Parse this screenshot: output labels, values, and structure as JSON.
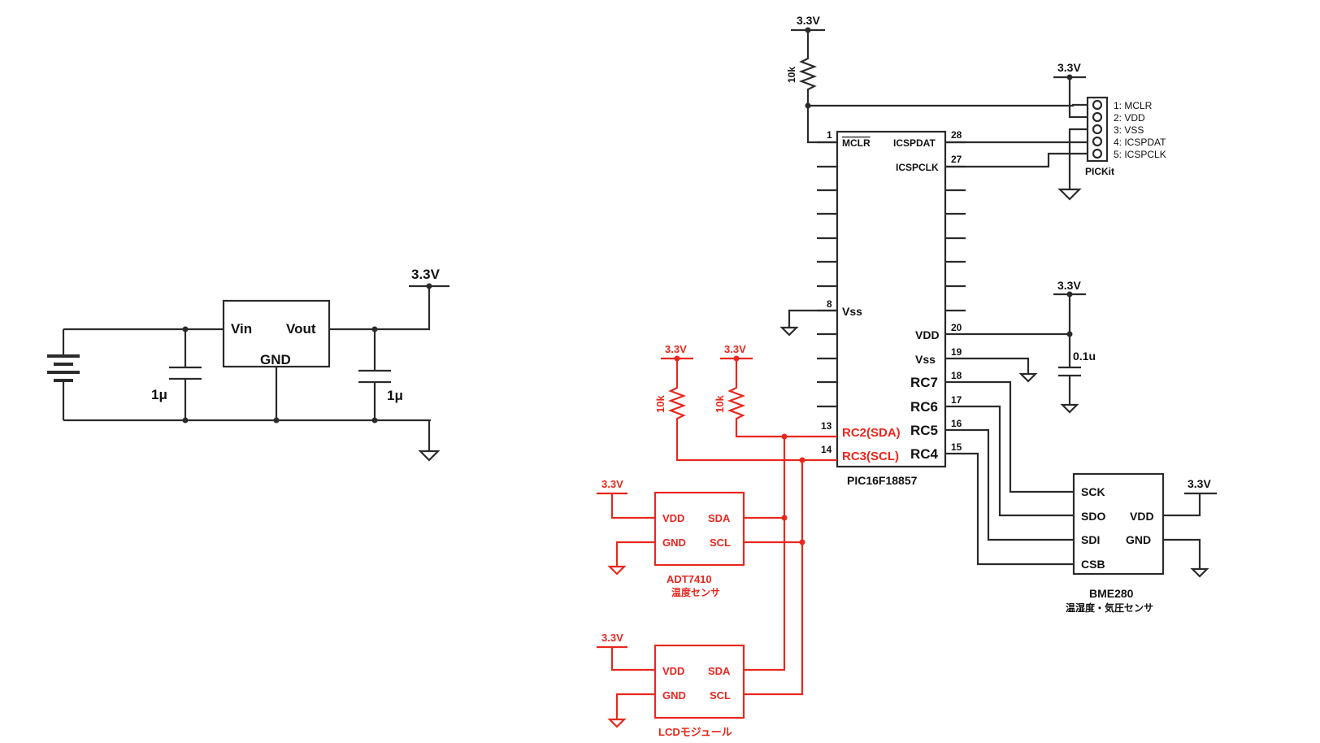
{
  "regulator": {
    "vin": "Vin",
    "vout": "Vout",
    "gnd": "GND",
    "cap_in": "1μ",
    "cap_out": "1μ",
    "supply": "3.3V"
  },
  "mcu": {
    "name": "PIC16F18857",
    "left_pins": [
      {
        "num": "1",
        "label": "MCLR"
      },
      {
        "num": "8",
        "label": "Vss"
      },
      {
        "num": "13",
        "label": "RC2(SDA)"
      },
      {
        "num": "14",
        "label": "RC3(SCL)"
      }
    ],
    "right_pins": [
      {
        "num": "28",
        "label": "ICSPDAT"
      },
      {
        "num": "27",
        "label": "ICSPCLK"
      },
      {
        "num": "20",
        "label": "VDD"
      },
      {
        "num": "19",
        "label": "Vss"
      },
      {
        "num": "18",
        "label": "RC7"
      },
      {
        "num": "17",
        "label": "RC6"
      },
      {
        "num": "16",
        "label": "RC5"
      },
      {
        "num": "15",
        "label": "RC4"
      }
    ],
    "pullup_res": "10k",
    "supply": "3.3V"
  },
  "pickit": {
    "name": "PICKit",
    "supply": "3.3V",
    "pins": [
      "1: MCLR",
      "2: VDD",
      "3: VSS",
      "4: ICSPDAT",
      "5: ICSPCLK"
    ]
  },
  "decoupling": {
    "supply": "3.3V",
    "cap": "0.1u"
  },
  "i2c_pullups": {
    "supply_a": "3.3V",
    "supply_b": "3.3V",
    "res_a": "10k",
    "res_b": "10k"
  },
  "adt7410": {
    "name": "ADT7410",
    "desc": "温度センサ",
    "supply": "3.3V",
    "pins": {
      "vdd": "VDD",
      "gnd": "GND",
      "sda": "SDA",
      "scl": "SCL"
    }
  },
  "lcd": {
    "name": "LCDモジュール",
    "supply": "3.3V",
    "pins": {
      "vdd": "VDD",
      "gnd": "GND",
      "sda": "SDA",
      "scl": "SCL"
    }
  },
  "bme280": {
    "name": "BME280",
    "desc": "温湿度・気圧センサ",
    "supply": "3.3V",
    "pins": {
      "sck": "SCK",
      "sdo": "SDO",
      "sdi": "SDI",
      "csb": "CSB",
      "vdd": "VDD",
      "gnd": "GND"
    }
  },
  "colors": {
    "black": "#2b2b2b",
    "red": "#e8281e"
  }
}
